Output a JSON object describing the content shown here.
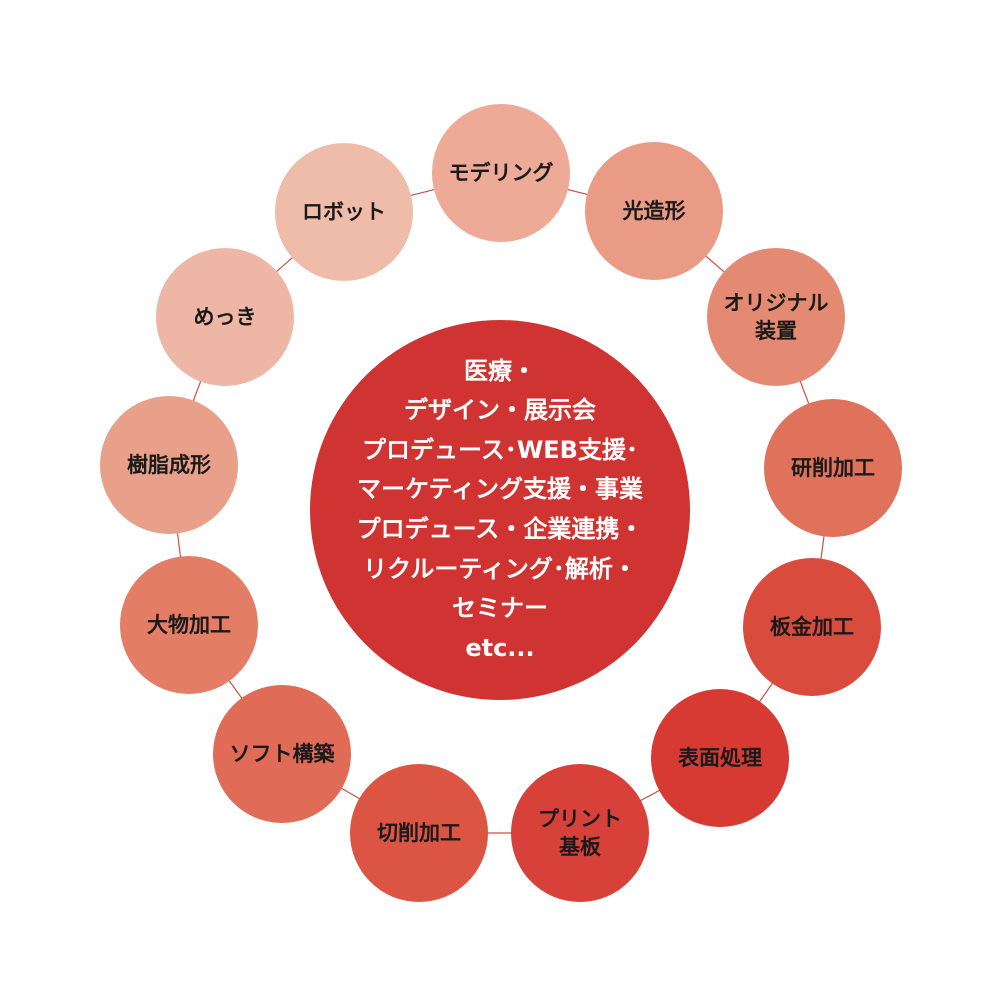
{
  "center": {
    "text": "医療・\nデザイン・展示会\nプロデュース･WEB支援･\nマーケティング支援・事業\nプロデュース・企業連携・\nリクルーティング･解析・\nセミナー\netc...",
    "color": "#cf3432"
  },
  "nodes": [
    {
      "label": "モデリング",
      "color": "#ecaa97"
    },
    {
      "label": "光造形",
      "color": "#e99b85"
    },
    {
      "label": "オリジナル\n装置",
      "color": "#e58a72"
    },
    {
      "label": "研削加工",
      "color": "#e0725c"
    },
    {
      "label": "板金加工",
      "color": "#d94b3d"
    },
    {
      "label": "表面処理",
      "color": "#d63a33"
    },
    {
      "label": "プリント\n基板",
      "color": "#d8403a"
    },
    {
      "label": "切削加工",
      "color": "#dc5543"
    },
    {
      "label": "ソフト構築",
      "color": "#e06c57"
    },
    {
      "label": "大物加工",
      "color": "#e37d66"
    },
    {
      "label": "樹脂成形",
      "color": "#e8a08a"
    },
    {
      "label": "めっき",
      "color": "#eeb6a4"
    },
    {
      "label": "ロボット",
      "color": "#f0bcaa"
    }
  ],
  "ring_line_color": "#c95046"
}
